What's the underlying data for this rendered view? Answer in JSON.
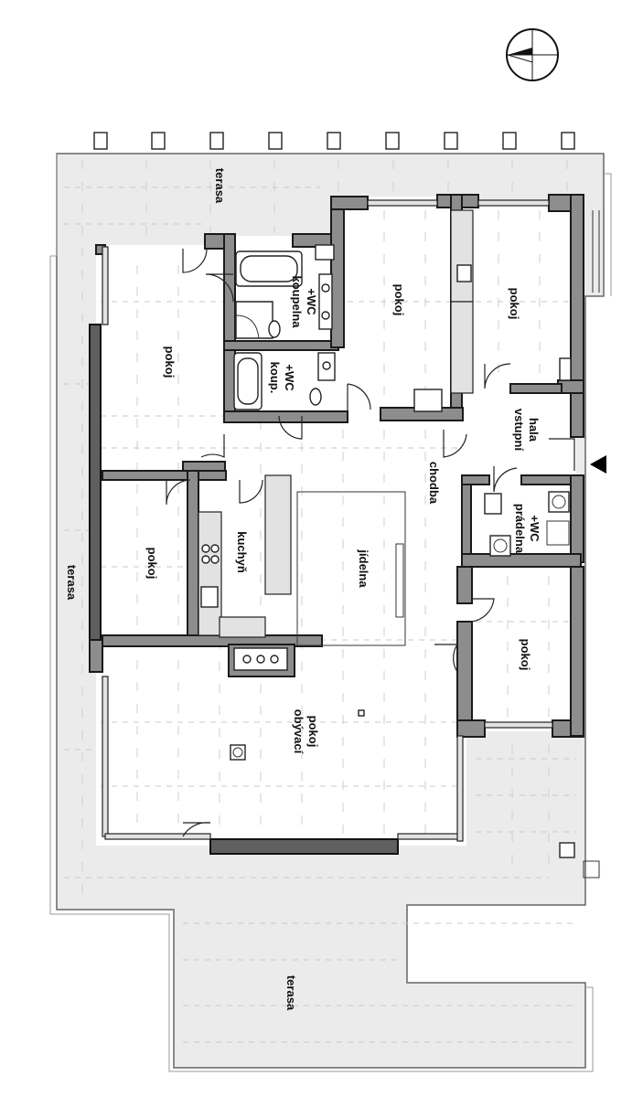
{
  "labels": {
    "terasa_top": "terasa",
    "terasa_left": "terasa",
    "terasa_bottom": "terasa",
    "pokoj_1": "pokoj",
    "pokoj_2": "pokoj",
    "pokoj_3": "pokoj",
    "pokoj_4": "pokoj",
    "pokoj_5": "pokoj",
    "koupelna": "koupelna",
    "koupelna_wc": "+WC",
    "koup": "koup.",
    "koup_wc": "+WC",
    "kuchyn": "kuchyň",
    "jidelna": "jídelna",
    "chodba": "chodba",
    "vstupni": "vstupní",
    "hala": "hala",
    "pradelna": "prádelna",
    "pradelna_wc": "+WC",
    "obyvaci": "obývací",
    "obyvaci_pokoj": "pokoj"
  },
  "compass": {
    "icon": "north-arrow-icon"
  },
  "entrance": {
    "icon": "entrance-triangle-icon"
  }
}
